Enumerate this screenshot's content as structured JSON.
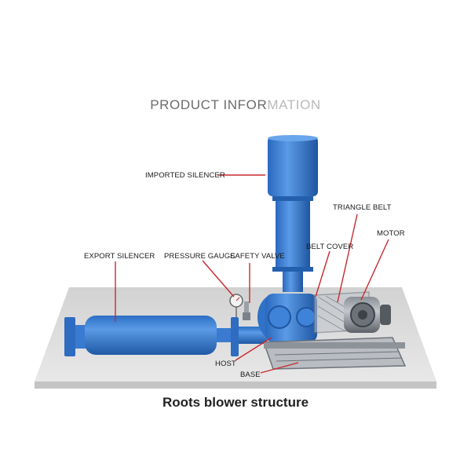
{
  "header": {
    "title_main": "PRODUCT INFOR",
    "title_fade": "MATION"
  },
  "labels": {
    "imported_silencer": "IMPORTED SILENCER",
    "triangle_belt": "TRIANGLE BELT",
    "motor": "MOTOR",
    "belt_cover": "BELT COVER",
    "export_silencer": "EXPORT SILENCER",
    "pressure_gauge": "PRESSURE GAUGE",
    "safety_valve": "SAFETY VALVE",
    "host": "HOST",
    "base": "BASE"
  },
  "caption": "Roots blower structure",
  "colors": {
    "equipment_blue": "#3b7ed3",
    "leader_red": "#c8292e",
    "floor_gray": "#dcdcdc"
  }
}
